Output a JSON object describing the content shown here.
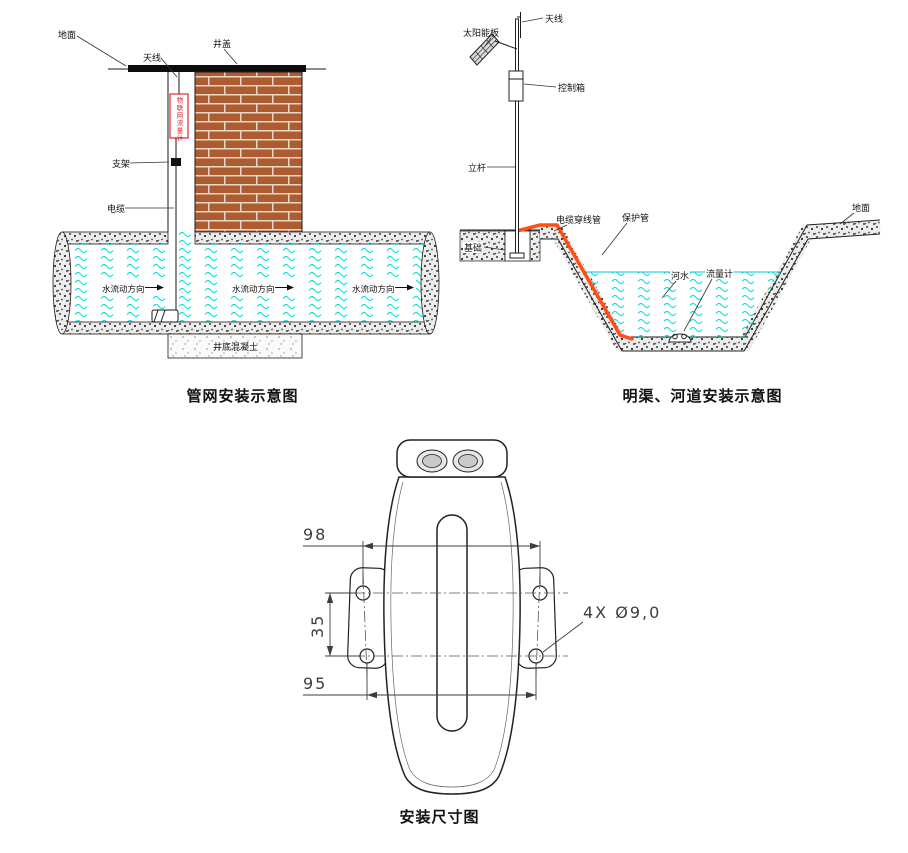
{
  "colors": {
    "accent_red": "#e0262d",
    "water_cyan": "#00dcdc",
    "conduit_orange": "#ff4f14",
    "brick": "#ad5c32",
    "line": "#1a1a1a"
  },
  "pipe_diagram": {
    "caption": "管网安装示意图",
    "labels": {
      "ground": "地面",
      "antenna": "天线",
      "well_cover": "井盖",
      "device_vertical": "物联网流量计",
      "bracket": "支架",
      "cable": "电缆",
      "flow_direction": "水流动方向",
      "well_bottom": "井底混凝土"
    }
  },
  "channel_diagram": {
    "caption": "明渠、河道安装示意图",
    "labels": {
      "solar_panel": "太阳能板",
      "antenna": "天线",
      "control_box": "控制箱",
      "pole": "立杆",
      "foundation": "基础",
      "cable_conduit": "电缆穿线管",
      "protection_tube": "保护管",
      "ground": "地面",
      "river_water": "河水",
      "flowmeter": "流量计"
    }
  },
  "dimension_diagram": {
    "caption": "安装尺寸图",
    "dimensions": {
      "hole_spacing_top": "98",
      "hole_spacing_vertical": "35",
      "hole_spacing_bottom": "95",
      "hole_note": "4X Ø9,0"
    }
  }
}
